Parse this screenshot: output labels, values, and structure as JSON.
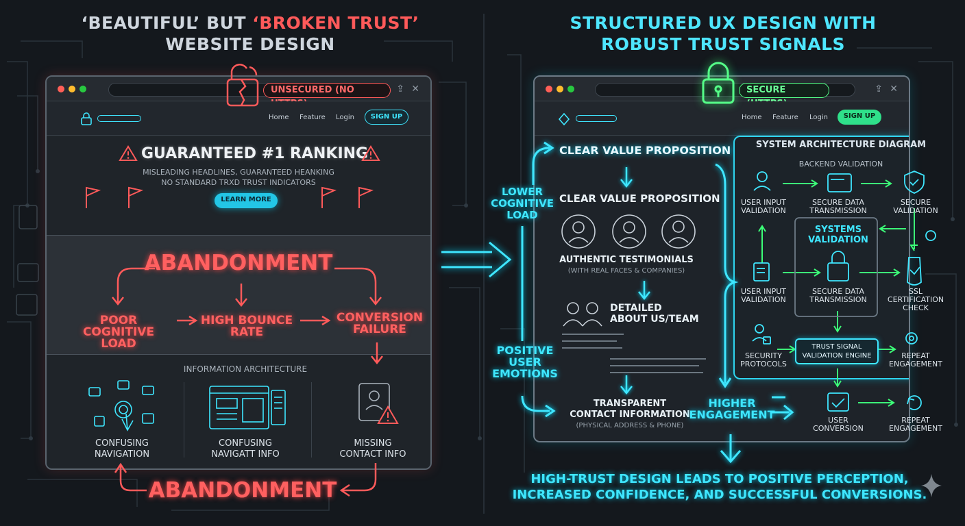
{
  "left": {
    "title_line1_prefix": "‘BEAUTIFUL’ BUT ",
    "title_line1_highlight": "‘BROKEN TRUST’",
    "title_line2": "WEBSITE DESIGN",
    "badge": "UNSECURED (NO HTTPS)",
    "nav": [
      "Home",
      "Feature",
      "Login"
    ],
    "signup": "SIGN UP",
    "headline": "GUARANTEED #1 RANKING",
    "subline1": "MISLEADING HEADLINES, GUARANTEED HEANKING",
    "subline2": "NO STANDARD TRXD TRUST INDICATORS",
    "learn_more": "LEARN MORE",
    "abandonment_top": "ABANDONMENT",
    "flow": {
      "poor_line1": "POOR COGNITIVE",
      "poor_line2": "LOAD",
      "bounce_line1": "HIGH BOUNCE",
      "bounce_line2": "RATE",
      "conversion_line1": "CONVERSION",
      "conversion_line2": "FAILURE"
    },
    "info_architecture": "INFORMATION ARCHITECTURE",
    "items": [
      {
        "line1": "CONFUSING",
        "line2": "NAVIGATION"
      },
      {
        "line1": "CONFUSING",
        "line2": "NAVIGATT INFO"
      },
      {
        "line1": "MISSING",
        "line2": "CONTACT INFO"
      }
    ],
    "abandonment_bottom": "ABANDONMENT"
  },
  "right": {
    "title_line1": "STRUCTURED UX DESIGN WITH",
    "title_line2": "ROBUST TRUST SIGNALS",
    "badge": "SECURE (HTTPS)",
    "nav": [
      "Home",
      "Feature",
      "Login"
    ],
    "signup": "SIGN UP",
    "clear_value_1": "CLEAR VALUE PROPOSITION",
    "clear_value_2": "CLEAR VALUE PROPOSITION",
    "testimonials": "AUTHENTIC TESTIMONIALS",
    "testimonials_sub": "(WITH REAL FACES & COMPANIES)",
    "about_line1": "DETAILED",
    "about_line2": "ABOUT US/TEAM",
    "contact_line1": "TRANSPARENT",
    "contact_line2": "CONTACT INFORMATION",
    "contact_sub": "(PHYSICAL ADDRESS & PHONE)",
    "lower_load": [
      "LOWER",
      "COGNITIVE",
      "LOAD"
    ],
    "positive": [
      "POSITIVE",
      "USER",
      "EMOTIONS"
    ],
    "higher": [
      "HIGHER",
      "ENGAGEMENT"
    ],
    "arch": {
      "title": "SYSTEM ARCHITECTURE DIAGRAM",
      "backend": "BACKEND VALIDATION",
      "user_input_1": [
        "USER INPUT",
        "VALIDATION"
      ],
      "secure_data_1": [
        "SECURE DATA",
        "TRANSMISSION"
      ],
      "secure_validation": [
        "SECURE",
        "VALIDATION"
      ],
      "systems_validation": [
        "SYSTEMS",
        "VALIDATION"
      ],
      "user_input_2": [
        "USER INPUT",
        "VALIDATION"
      ],
      "secure_data_2": [
        "SECURE DATA",
        "TRANSMISSION"
      ],
      "ssl": [
        "SSL",
        "CERTIFICATION",
        "CHECK"
      ],
      "security_protocols": [
        "SECURITY",
        "PROTOCOLS"
      ],
      "engine": [
        "TRUST SIGNAL",
        "VALIDATION ENGINE"
      ],
      "repeat_1": [
        "REPEAT",
        "ENGAGEMENT"
      ],
      "user_conversion": [
        "USER",
        "CONVERSION"
      ],
      "repeat_2": [
        "REPEAT",
        "ENGAGEMENT"
      ]
    },
    "conclusion_line1": "HIGH-TRUST DESIGN LEADS TO POSITIVE PERCEPTION,",
    "conclusion_line2": "INCREASED CONFIDENCE, AND SUCCESSFUL CONVERSIONS."
  },
  "colors": {
    "red": "#ff5a5a",
    "cyan": "#3fe6ff",
    "green": "#55ff88",
    "background": "#14181d"
  }
}
